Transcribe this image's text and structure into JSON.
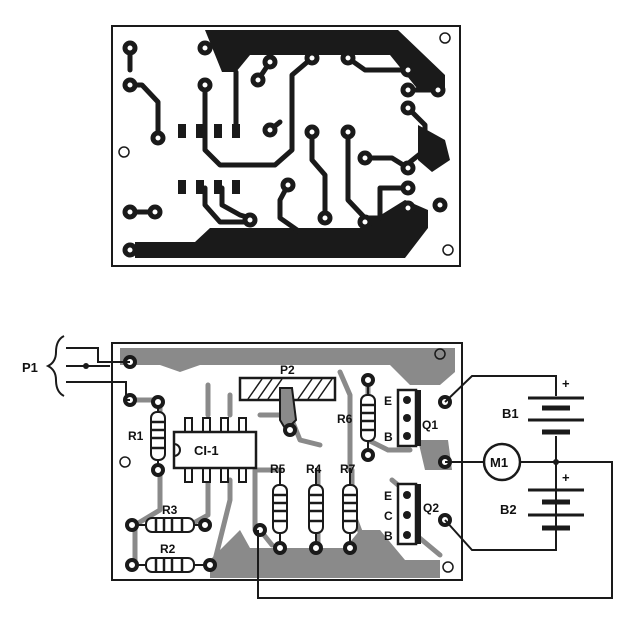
{
  "components": {
    "pot_connector": "P1",
    "pot": "P2",
    "ic": "CI-1",
    "r1": "R1",
    "r2": "R2",
    "r3": "R3",
    "r4": "R4",
    "r5": "R5",
    "r6": "R6",
    "r7": "R7",
    "q1": "Q1",
    "q2": "Q2",
    "motor": "M1",
    "battery1": "B1",
    "battery2": "B2"
  },
  "pins": {
    "e": "E",
    "b": "B",
    "c": "C",
    "plus": "+"
  },
  "colors": {
    "copper": "#1a1a1a",
    "board_outline": "#1a1a1a",
    "background": "#ffffff"
  }
}
